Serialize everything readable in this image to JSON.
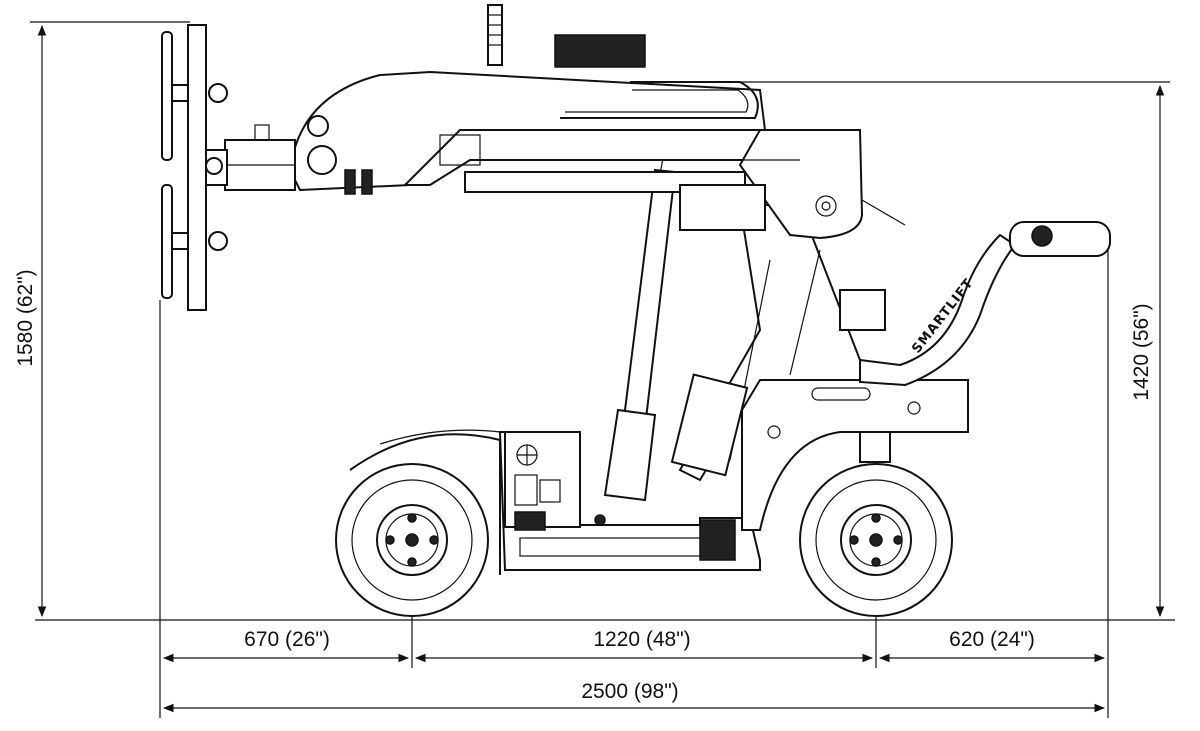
{
  "diagram": {
    "brand_label": "SMARTLIFT",
    "dimensions": {
      "overall_height": "1580 (62\")",
      "arm_height": "1420 (56\")",
      "front_overhang": "670 (26\")",
      "wheelbase": "1220 (48\")",
      "rear_overhang": "620 (24\")",
      "overall_length": "2500 (98\")"
    }
  }
}
